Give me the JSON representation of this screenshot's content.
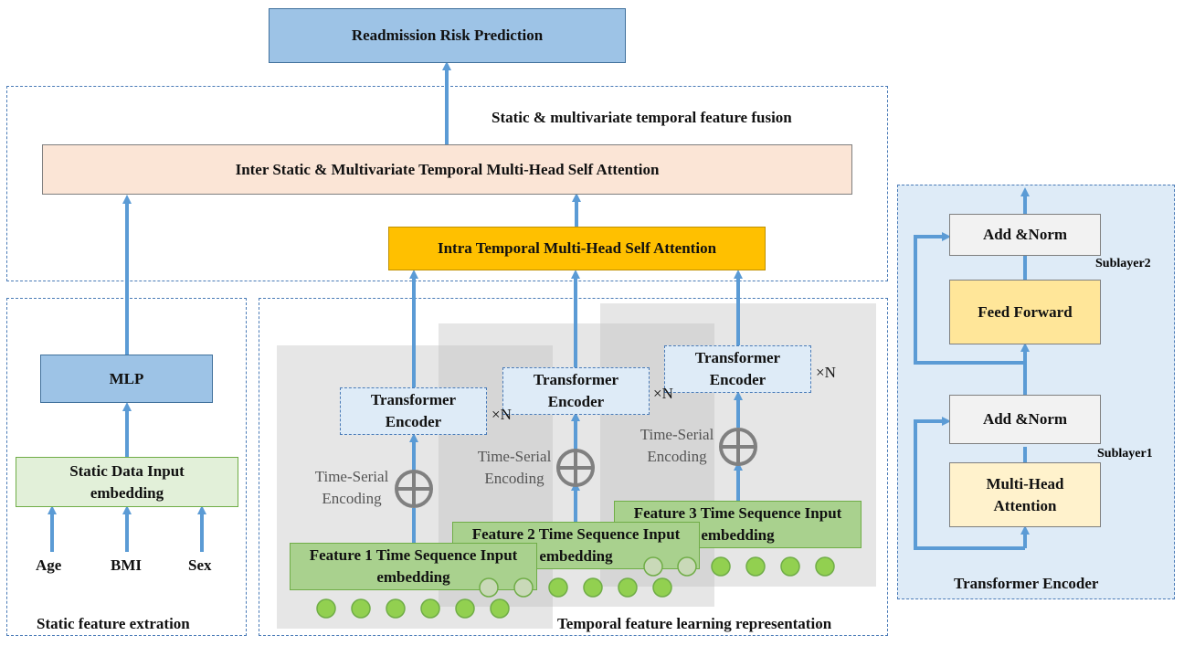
{
  "top": {
    "prediction": "Readmission Risk Prediction",
    "fusion_label": "Static & multivariate temporal feature fusion",
    "inter_attention": "Inter Static & Multivariate Temporal Multi-Head Self Attention",
    "intra_attention": "Intra Temporal Multi-Head Self Attention"
  },
  "static_panel": {
    "mlp": "MLP",
    "embedding": "Static Data Input embedding",
    "inputs": [
      "Age",
      "BMI",
      "Sex"
    ],
    "title": "Static feature extration"
  },
  "temporal_panel": {
    "title": "Temporal feature learning representation",
    "encoder": "Transformer Encoder",
    "repeat": "×N",
    "pos_encoding": "Time-Serial Encoding",
    "features": [
      "Feature 1 Time Sequence Input embedding",
      "Feature 2 Time Sequence Input embedding",
      "Feature 3 Time Sequence Input embedding"
    ]
  },
  "encoder_detail": {
    "add_norm": "Add &Norm",
    "feed_forward": "Feed Forward",
    "multi_head": "Multi-Head Attention",
    "sublayer2": "Sublayer2",
    "sublayer1": "Sublayer1",
    "title": "Transformer Encoder"
  },
  "colors": {
    "arrow": "#5b9bd5",
    "prediction_fill": "#9dc3e6",
    "inter_fill": "#fbe5d6",
    "intra_fill": "#ffc000",
    "embedding_fill": "#a9d18e",
    "static_embed_fill": "#e2f0d9",
    "encoder_panel_fill": "#deebf7",
    "feed_forward_fill": "#ffe699",
    "multi_head_fill": "#fff2cc"
  }
}
